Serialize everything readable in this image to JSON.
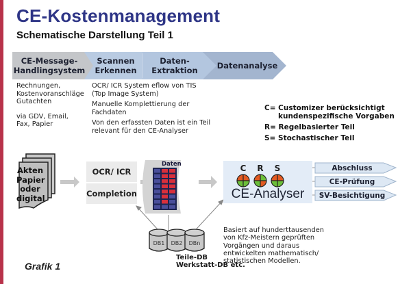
{
  "header": {
    "title": "CE-Kostenmanagement",
    "subtitle": "Schematische Darstellung Teil 1"
  },
  "process_phases": [
    {
      "label_line1": "CE-Message-",
      "label_line2": "Handlingsystem",
      "color": "#c4c6c9"
    },
    {
      "label_line1": "Scannen",
      "label_line2": "Erkennen",
      "color": "#b9cbe2"
    },
    {
      "label_line1": "Daten-",
      "label_line2": "Extraktion",
      "color": "#aec2dc"
    },
    {
      "label_line1": "Datenanalyse",
      "label_line2": "",
      "color": "#a3b5cf"
    }
  ],
  "column1": {
    "lines1": [
      "Rechnungen,",
      "Kostenvoranschläge",
      "Gutachten"
    ],
    "lines2": [
      "via GDV, Email,",
      "Fax, Papier"
    ]
  },
  "column2": {
    "para1": [
      "OCR/ ICR System eflow von TIS",
      "(Top Image System)"
    ],
    "para2": [
      "Manuelle Komplettierung der",
      "Fachdaten"
    ],
    "para3": [
      "Von den erfassten Daten ist ein Teil",
      "relevant für den CE-Analyser"
    ]
  },
  "legend": {
    "c_line1": "C= Customizer berücksichtigt",
    "c_line2": "kundenspezifische Vorgaben",
    "r": "R= Regelbasierter Teil",
    "s": "S= Stochastischer Teil"
  },
  "flow": {
    "documents": {
      "lines": [
        "Akten",
        "Papier",
        "oder",
        "digital"
      ]
    },
    "ocr_box": "OCR/ ICR",
    "completion_box": "Completion",
    "data_label": "Daten",
    "data_grid": [
      [
        "blue",
        "red",
        "red"
      ],
      [
        "blue",
        "red",
        "red"
      ],
      [
        "blue",
        "red",
        "red"
      ],
      [
        "blue",
        "red",
        "red"
      ],
      [
        "blue",
        "red",
        "red"
      ],
      [
        "blue",
        "red",
        "blue"
      ],
      [
        "blue",
        "red",
        "blue"
      ],
      [
        "blue",
        "blue",
        "blue"
      ]
    ],
    "analyser": {
      "label": "CE-Analyser",
      "letters": [
        "C",
        "R",
        "S"
      ]
    },
    "outputs": [
      "Abschluss",
      "CE-Prüfung",
      "SV-Besichtigung"
    ],
    "databases": [
      "DB1",
      "DB2",
      "DBn"
    ],
    "db_caption": [
      "Teile-DB",
      "Werkstatt-DB etc."
    ],
    "basis_text": [
      "Basiert auf hunderttausenden",
      "von Kfz-Meistern geprüften",
      "Vorgängen und daraus",
      "entwickelten mathematisch/",
      "statistischen Modellen."
    ]
  },
  "caption": "Grafik 1",
  "colors": {
    "title": "#2e3586",
    "border": "#b8324a",
    "grid_red": "#d8303c",
    "grid_blue": "#4a4f9a",
    "arrow_gray": "#c8c8c8"
  }
}
